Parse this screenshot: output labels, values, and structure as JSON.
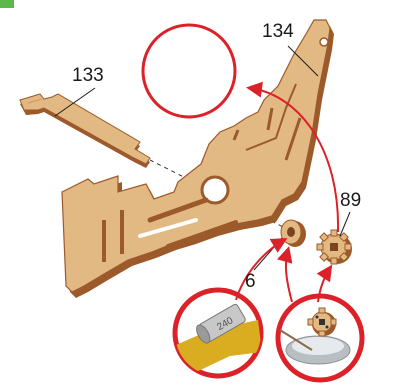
{
  "parts": [
    {
      "id": "133",
      "label": "133",
      "name": "long-rod"
    },
    {
      "id": "134",
      "label": "134",
      "name": "main-frame"
    },
    {
      "id": "89",
      "label": "89",
      "name": "small-gear"
    },
    {
      "id": "6",
      "label": "6",
      "name": "spacer-ring"
    }
  ],
  "colors": {
    "wood_face": "#e3b983",
    "wood_edge": "#9c5a2b",
    "arrow": "#dc2128",
    "label_text": "#1a1a1a"
  },
  "insets": [
    {
      "name": "sandpaper-inset",
      "icon": "sandpaper-roll-icon",
      "roll_text": "240"
    },
    {
      "name": "glue-inset",
      "icon": "lubricant-bowl-icon"
    }
  ]
}
